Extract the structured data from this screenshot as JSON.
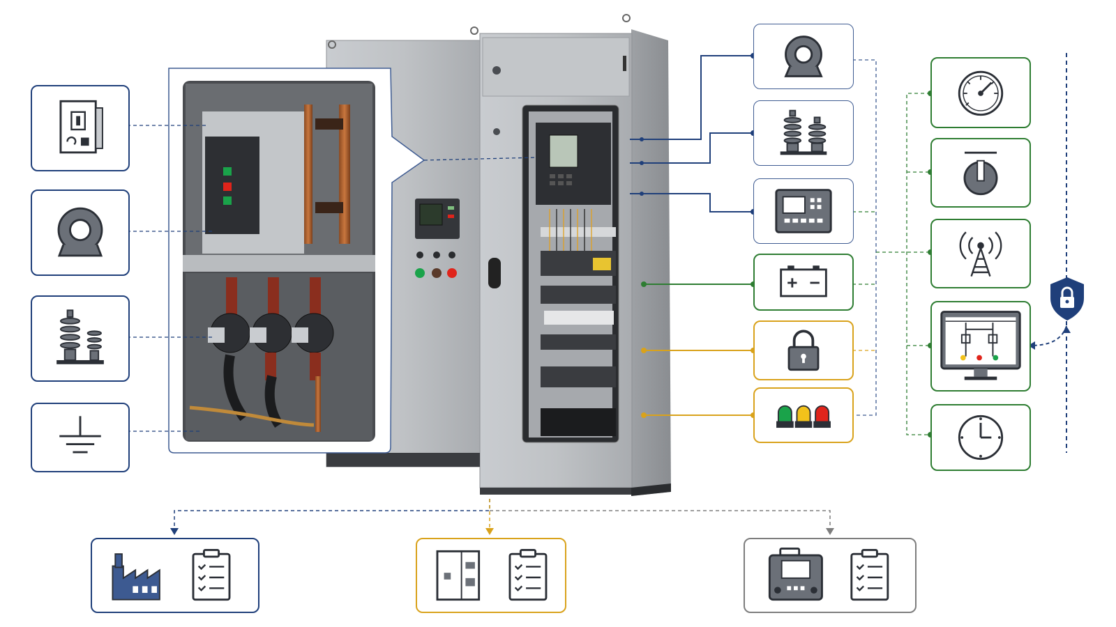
{
  "colors": {
    "navy": "#1f3f7a",
    "green": "#2e7d32",
    "gold": "#d9a21b",
    "gray": "#7d7d7d",
    "cabinet": "#b9bcbf",
    "status_green": "#1aa34a",
    "status_yellow": "#f2c21b",
    "status_red": "#e0241b"
  },
  "left_callouts": [
    {
      "icon": "breaker-module-icon"
    },
    {
      "icon": "current-transformer-icon"
    },
    {
      "icon": "insulator-bushing-icon"
    },
    {
      "icon": "ground-symbol-icon"
    }
  ],
  "right_callouts": [
    {
      "icon": "current-transformer-icon",
      "line": "navy"
    },
    {
      "icon": "voltage-transformer-icon",
      "line": "navy"
    },
    {
      "icon": "protection-relay-icon",
      "line": "navy"
    },
    {
      "icon": "battery-icon",
      "line": "green"
    },
    {
      "icon": "padlock-icon",
      "line": "gold"
    },
    {
      "icon": "indicator-lamps-icon",
      "line": "gold"
    }
  ],
  "monitor_column": [
    {
      "icon": "pressure-gauge-icon"
    },
    {
      "icon": "selector-switch-icon"
    },
    {
      "icon": "antenna-tower-icon"
    },
    {
      "icon": "scada-monitor-icon"
    },
    {
      "icon": "clock-icon"
    }
  ],
  "security_shield": {
    "icon": "shield-lock-icon"
  },
  "bottom_groups": [
    {
      "icons": [
        "factory-icon",
        "clipboard-checklist-icon"
      ],
      "color": "navy"
    },
    {
      "icons": [
        "cabinet-icon",
        "clipboard-checklist-icon"
      ],
      "color": "gold"
    },
    {
      "icons": [
        "test-kit-icon",
        "clipboard-checklist-icon"
      ],
      "color": "gray"
    }
  ]
}
